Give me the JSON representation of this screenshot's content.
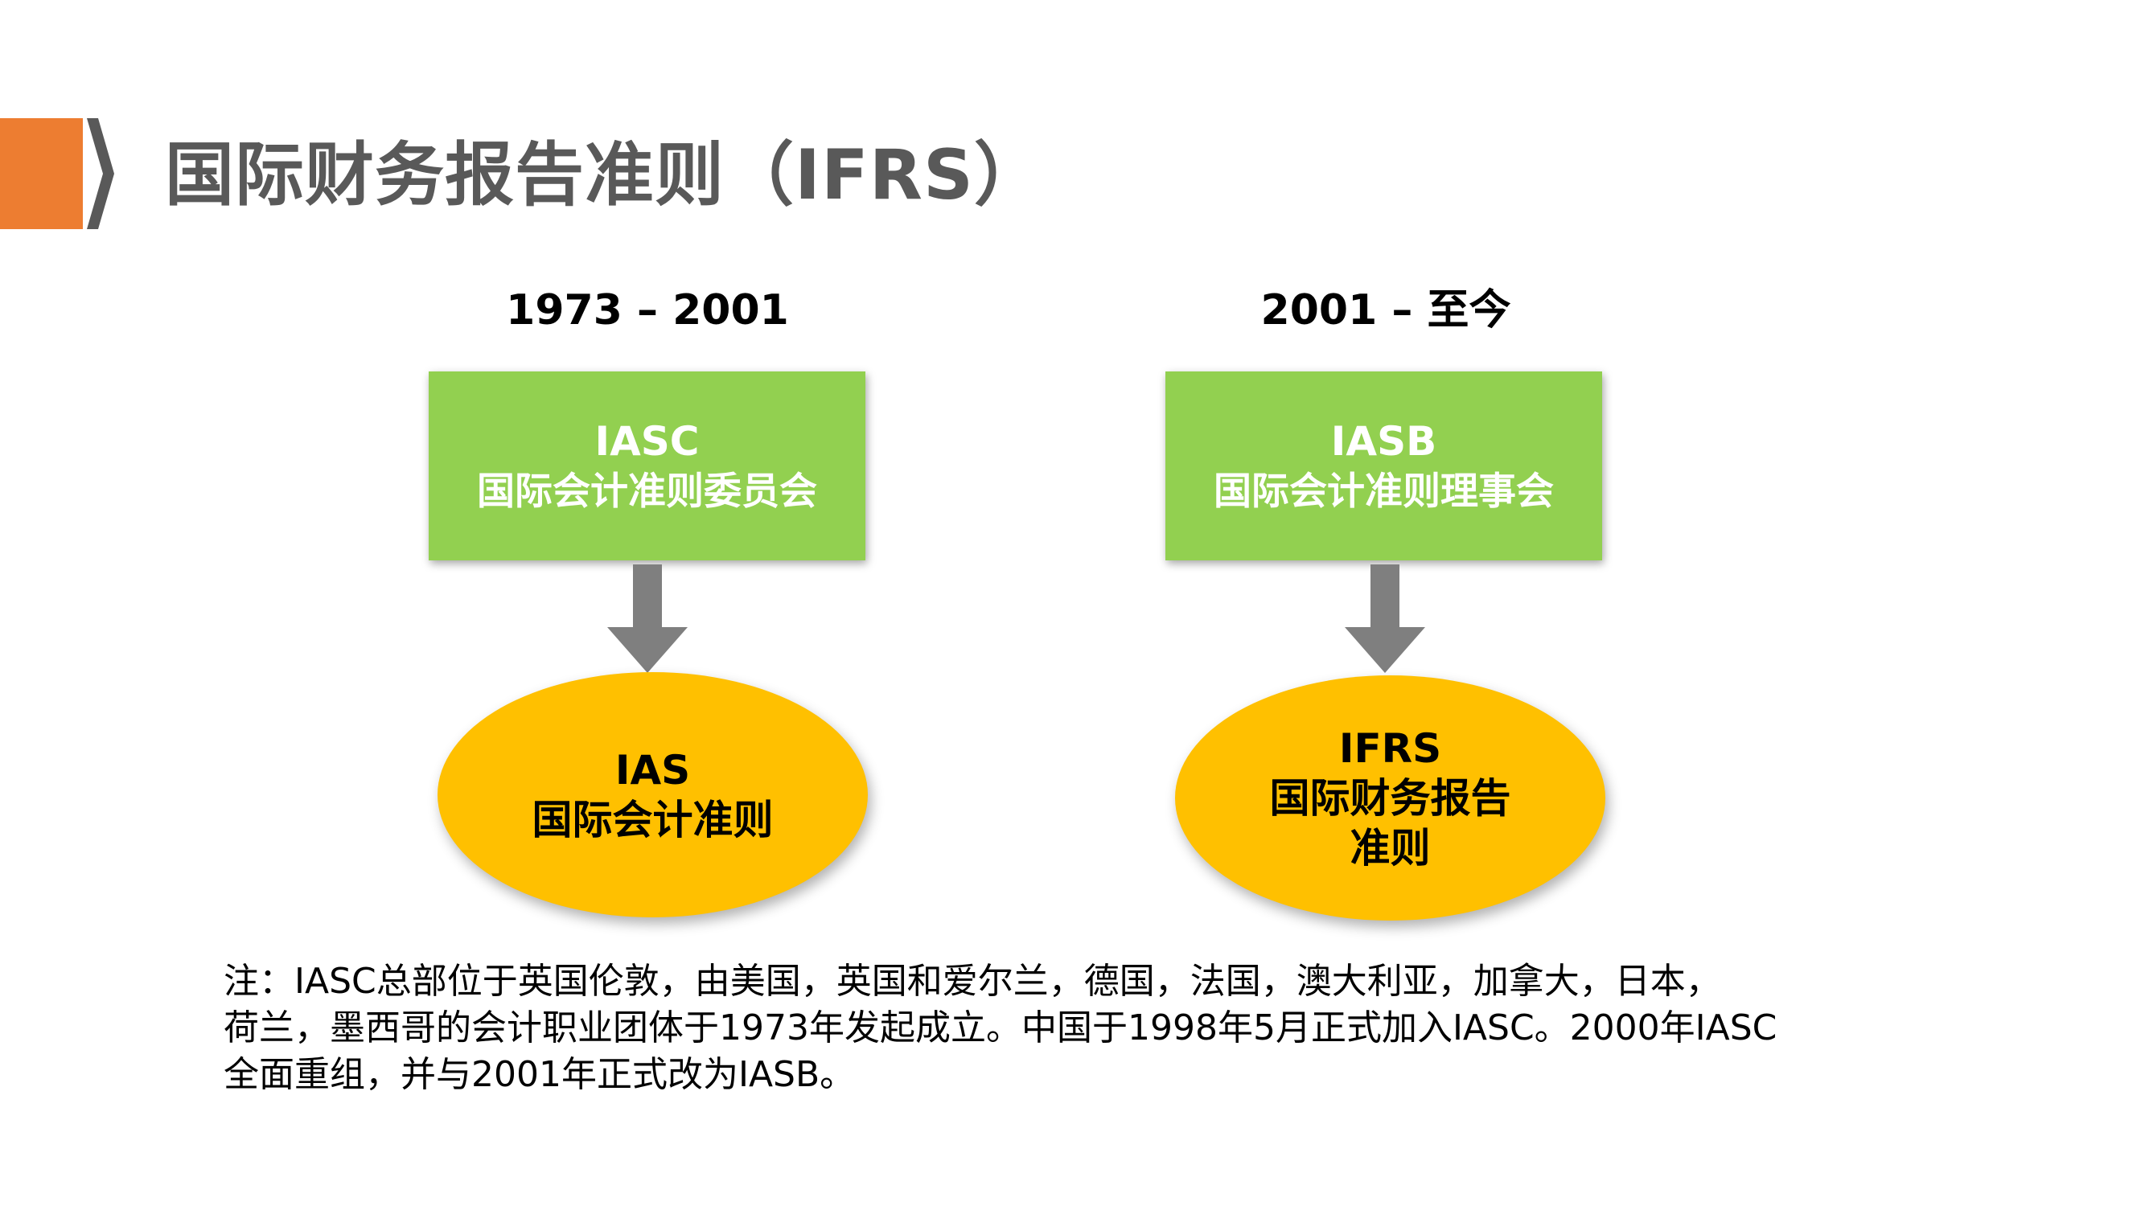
{
  "header": {
    "title": "国际财务报告准则（IFRS）"
  },
  "timeline": [
    {
      "period": "1973 – 2001",
      "organization": {
        "abbreviation": "IASC",
        "name": "国际会计准则委员会"
      },
      "standard": {
        "lines": [
          "IAS",
          "国际会计准则"
        ]
      }
    },
    {
      "period": "2001 – 至今",
      "organization": {
        "abbreviation": "IASB",
        "name": "国际会计准则理事会"
      },
      "standard": {
        "lines": [
          "IFRS",
          "国际财务报告",
          "准则"
        ]
      }
    }
  ],
  "note": {
    "lines": [
      "注：IASC总部位于英国伦敦，由美国，英国和爱尔兰，德国，法国，澳大利亚，加拿大，日本，",
      "荷兰，墨西哥的会计职业团体于1973年发起成立。中国于1998年5月正式加入IASC。2000年IASC",
      "全面重组，并与2001年正式改为IASB。"
    ]
  },
  "colors": {
    "accent": "#ED7D31",
    "chevron": "#595959",
    "title": "#595959",
    "organization_box": "#92D050",
    "standard_ellipse": "#FFC000",
    "arrow": "#7F7F7F"
  }
}
